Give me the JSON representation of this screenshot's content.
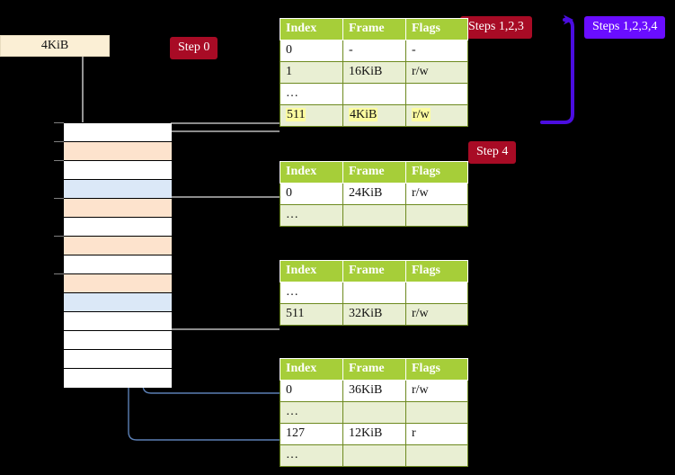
{
  "diagram": {
    "title_badges": {
      "step0": "Step 0",
      "steps123": "Steps 1,2,3",
      "steps1234": "Steps 1,2,3,4",
      "step4": "Step 4"
    },
    "colors": {
      "badge_red": "#a80b25",
      "badge_purple": "#6a0dff",
      "table_header": "#a6ce39",
      "table_alt_row": "#e9efd3",
      "table_border": "#6d8a1f",
      "highlight_yellow": "#fcfca0",
      "mem_orange": "#fde3cd",
      "mem_blue": "#dbe8f7",
      "box_cream": "#fbefd5",
      "connector_gray": "#b9b9b9",
      "connector_blue": "#5b7fb4"
    },
    "frame_box": {
      "label": "4KiB"
    },
    "memory_column": {
      "rows": [
        {
          "fill": "white"
        },
        {
          "fill": "orange"
        },
        {
          "fill": "white"
        },
        {
          "fill": "blue"
        },
        {
          "fill": "orange"
        },
        {
          "fill": "white"
        },
        {
          "fill": "orange"
        },
        {
          "fill": "white"
        },
        {
          "fill": "orange"
        },
        {
          "fill": "blue"
        },
        {
          "fill": "white"
        },
        {
          "fill": "white"
        },
        {
          "fill": "white"
        },
        {
          "fill": "white"
        }
      ]
    },
    "tables": [
      {
        "name": "page-table-level-1",
        "headers": [
          "Index",
          "Frame",
          "Flags"
        ],
        "rows": [
          {
            "style": "rw",
            "cells": [
              "0",
              "-",
              "-"
            ],
            "highlight": [
              false,
              false,
              false
            ]
          },
          {
            "style": "alt",
            "cells": [
              "1",
              "16KiB",
              "r/w"
            ],
            "highlight": [
              false,
              false,
              false
            ]
          },
          {
            "style": "rw",
            "cells": [
              "…",
              "",
              ""
            ],
            "highlight": [
              false,
              false,
              false
            ]
          },
          {
            "style": "alt",
            "cells": [
              "511",
              "4KiB",
              "r/w"
            ],
            "highlight": [
              true,
              true,
              true
            ]
          }
        ]
      },
      {
        "name": "page-table-level-2",
        "headers": [
          "Index",
          "Frame",
          "Flags"
        ],
        "rows": [
          {
            "style": "rw",
            "cells": [
              "0",
              "24KiB",
              "r/w"
            ],
            "highlight": [
              false,
              false,
              false
            ]
          },
          {
            "style": "alt",
            "cells": [
              "…",
              "",
              ""
            ],
            "highlight": [
              false,
              false,
              false
            ]
          }
        ]
      },
      {
        "name": "page-table-level-3",
        "headers": [
          "Index",
          "Frame",
          "Flags"
        ],
        "rows": [
          {
            "style": "rw",
            "cells": [
              "…",
              "",
              ""
            ],
            "highlight": [
              false,
              false,
              false
            ]
          },
          {
            "style": "alt",
            "cells": [
              "511",
              "32KiB",
              "r/w"
            ],
            "highlight": [
              false,
              false,
              false
            ]
          }
        ]
      },
      {
        "name": "page-table-level-4",
        "headers": [
          "Index",
          "Frame",
          "Flags"
        ],
        "rows": [
          {
            "style": "rw",
            "cells": [
              "0",
              "36KiB",
              "r/w"
            ],
            "highlight": [
              false,
              false,
              false
            ]
          },
          {
            "style": "alt",
            "cells": [
              "…",
              "",
              ""
            ],
            "highlight": [
              false,
              false,
              false
            ]
          },
          {
            "style": "rw",
            "cells": [
              "127",
              "12KiB",
              "r"
            ],
            "highlight": [
              false,
              false,
              false
            ]
          },
          {
            "style": "alt",
            "cells": [
              "…",
              "",
              ""
            ],
            "highlight": [
              false,
              false,
              false
            ]
          }
        ]
      }
    ]
  }
}
